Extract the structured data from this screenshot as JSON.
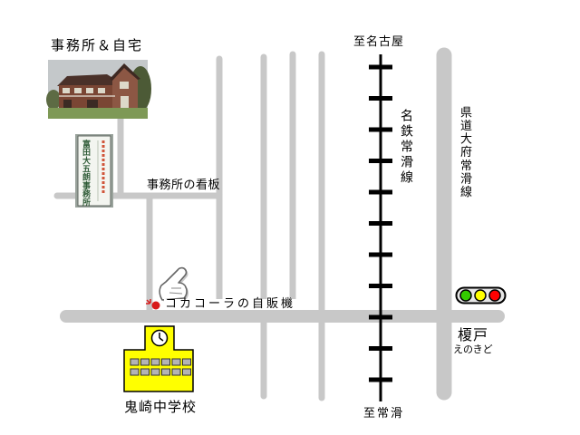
{
  "labels": {
    "office_and_home": "事務所＆自宅",
    "office_sign": "事務所の看板",
    "to_nagoya": "至名古屋",
    "to_tokoname": "至常滑",
    "railway_line": "名鉄常滑線",
    "prefectural_road": "県道大府常滑線",
    "vending_machine": "コカコーラの自販機",
    "intersection": "榎戸",
    "intersection_reading": "えのきど",
    "school": "鬼崎中学校"
  },
  "sign_photo": {
    "board_text": "富田大五朗事務所"
  },
  "icons": {
    "pointer": "hand-pointer-icon",
    "vending_machine": "vending-machine-icon",
    "traffic_light": "traffic-light-icon",
    "school": "school-building-icon",
    "clock": "clock-icon"
  },
  "colors": {
    "road": "#c8c8c8",
    "railway": "#000000",
    "school": "#ffff00",
    "signal_housing": "#e6e6e6",
    "signal_green": "#33cc00",
    "signal_yellow": "#ffff00",
    "signal_red": "#ff0000",
    "vending_dot": "#d81b1b"
  }
}
